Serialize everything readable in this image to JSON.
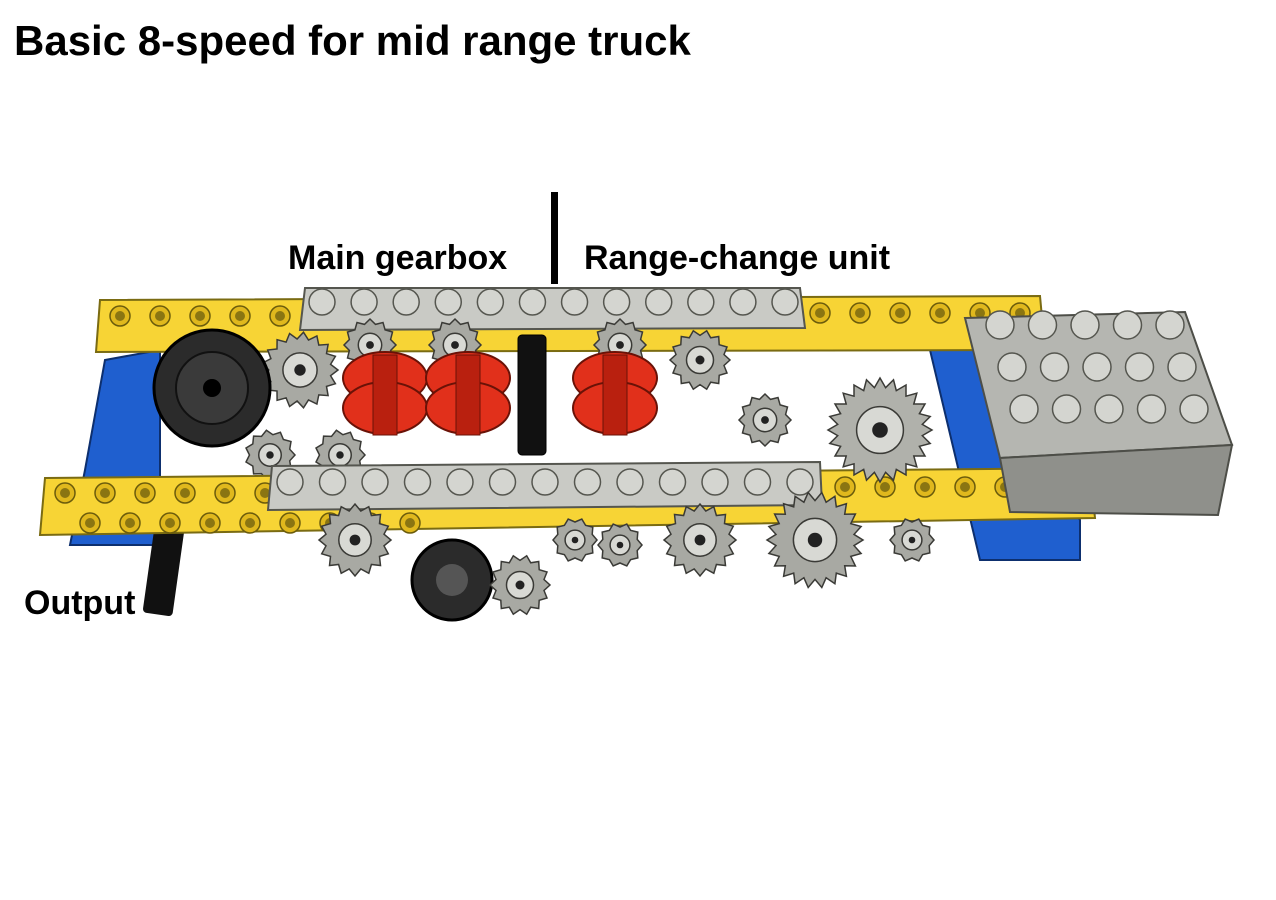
{
  "title": "Basic 8-speed for mid range truck",
  "labels": {
    "main_gearbox": "Main gearbox",
    "range_change_unit": "Range-change unit",
    "output": "Output"
  },
  "colors": {
    "frame_yellow": "#f7d435",
    "frame_blue": "#1f5fcf",
    "beam_gray": "#c9cac5",
    "gear_gray": "#a8a9a3",
    "gear_dark": "#2b2b2b",
    "clutch_red": "#e1301b",
    "motor_gray": "#b5b6b1"
  }
}
